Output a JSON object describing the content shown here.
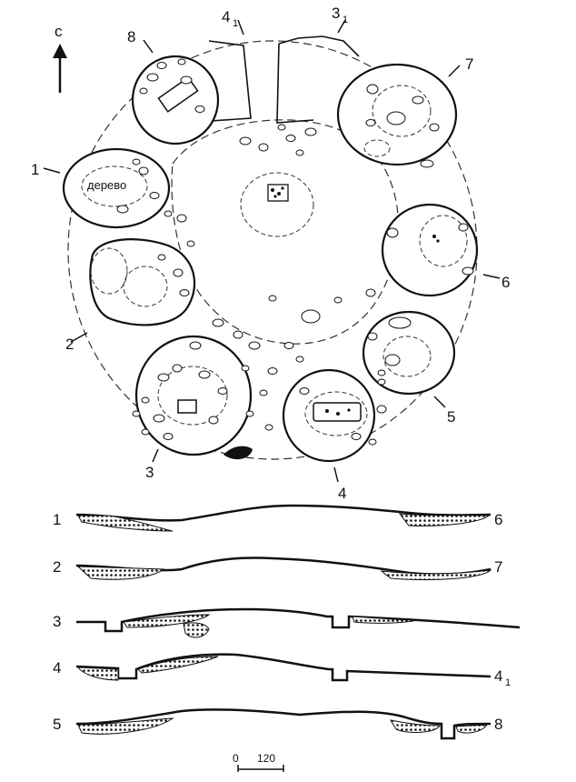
{
  "north": {
    "letter": "с"
  },
  "pit_labels": {
    "l1": "1",
    "l2": "2",
    "l3": "3",
    "l4": "4",
    "l5": "5",
    "l6": "6",
    "l7": "7",
    "l8": "8",
    "l4_1_main": "4",
    "l4_1_sub": "1",
    "l3_1_main": "3",
    "l3_1_sub": "1"
  },
  "wood_label": "дерево",
  "profiles": [
    {
      "left": "1",
      "right": "6",
      "right_sub": ""
    },
    {
      "left": "2",
      "right": "7",
      "right_sub": ""
    },
    {
      "left": "3",
      "right": "",
      "right_sub": ""
    },
    {
      "left": "4",
      "right": "4",
      "right_sub": "1"
    },
    {
      "left": "5",
      "right": "8",
      "right_sub": ""
    }
  ],
  "scale": {
    "zero": "0",
    "value": "120"
  }
}
